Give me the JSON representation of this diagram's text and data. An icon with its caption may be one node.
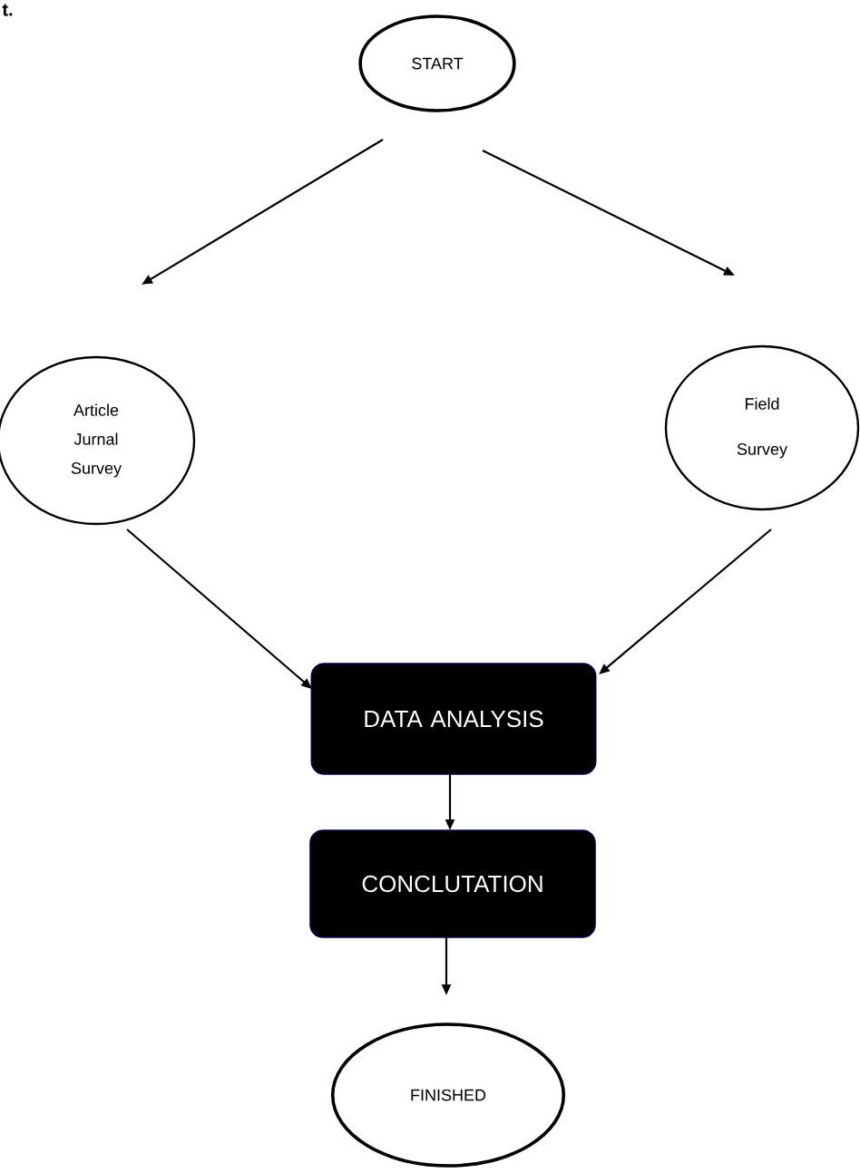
{
  "diagram": {
    "nodes": [
      {
        "text": [
          "START"
        ]
      },
      {
        "text": [
          "Article Jurnal Survey"
        ]
      },
      {
        "text": [
          "Field Survey"
        ]
      },
      {
        "text": [
          "DATA ANALYSIS"
        ]
      },
      {
        "text": [
          "CONCLUTATION"
        ]
      },
      {
        "text": [
          "FINISHED"
        ]
      }
    ],
    "edges": [
      {
        "from": 0,
        "to": 1,
        "arrow": "to"
      },
      {
        "from": 0,
        "to": 2,
        "arrow": "to"
      },
      {
        "from": 1,
        "to": 3,
        "arrow": "to"
      },
      {
        "from": 2,
        "to": 3,
        "arrow": "to"
      },
      {
        "from": 3,
        "to": 4,
        "arrow": "to"
      },
      {
        "from": 4,
        "to": 5,
        "arrow": "to"
      }
    ],
    "labels": [
      "t."
    ]
  }
}
